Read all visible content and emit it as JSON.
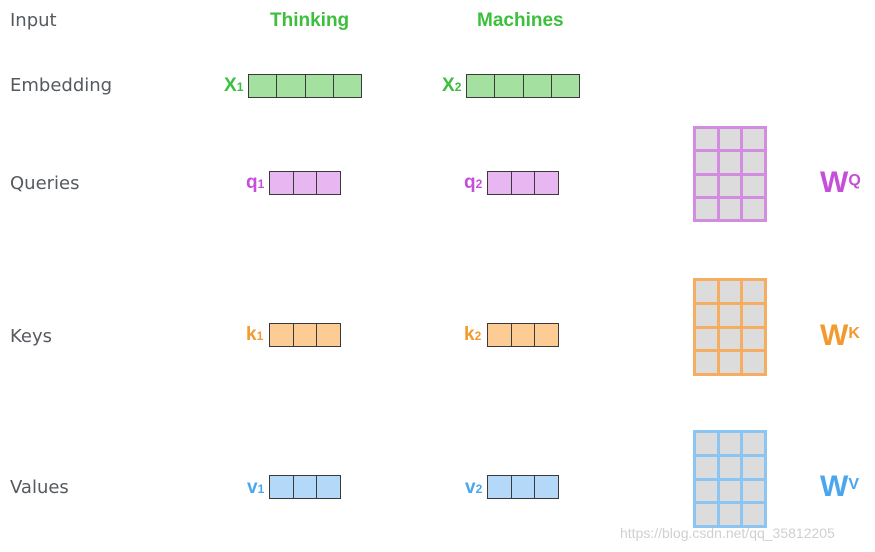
{
  "rows": {
    "input": "Input",
    "embedding": "Embedding",
    "queries": "Queries",
    "keys": "Keys",
    "values": "Values"
  },
  "words": [
    "Thinking",
    "Machines"
  ],
  "embeddings": [
    {
      "letter": "X",
      "sub": "1"
    },
    {
      "letter": "X",
      "sub": "2"
    }
  ],
  "queries": [
    {
      "letter": "q",
      "sub": "1"
    },
    {
      "letter": "q",
      "sub": "2"
    }
  ],
  "keys": [
    {
      "letter": "k",
      "sub": "1"
    },
    {
      "letter": "k",
      "sub": "2"
    }
  ],
  "values": [
    {
      "letter": "v",
      "sub": "1"
    },
    {
      "letter": "v",
      "sub": "2"
    }
  ],
  "weights": {
    "q": {
      "letter": "W",
      "sup": "Q"
    },
    "k": {
      "letter": "W",
      "sup": "K"
    },
    "v": {
      "letter": "W",
      "sup": "V"
    }
  },
  "colors": {
    "green_text": "#3cbf3c",
    "green_fill": "#a4e0a0",
    "purple_text": "#c64fd9",
    "purple_fill": "#e8b6f0",
    "purple_border": "#d28ce0",
    "orange_text": "#f29a2e",
    "orange_fill": "#fccc94",
    "orange_border": "#f5ad62",
    "blue_text": "#4aa7ee",
    "blue_fill": "#b4d8f8",
    "blue_border": "#8cc4f2"
  },
  "watermark": "https://blog.csdn.net/qq_35812205"
}
